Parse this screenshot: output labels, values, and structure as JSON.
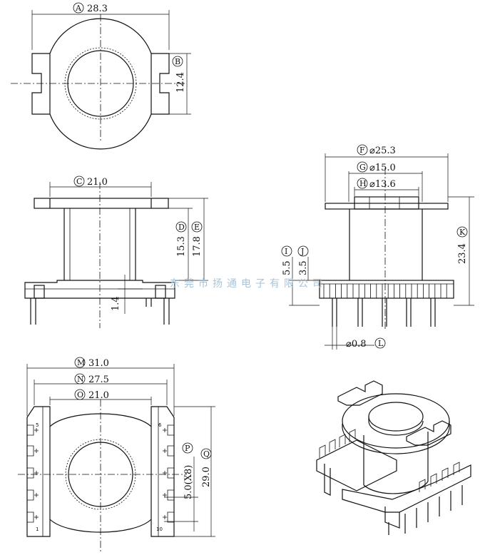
{
  "dimensions": {
    "A": {
      "letter": "A",
      "value": "28.3"
    },
    "B": {
      "letter": "B",
      "value": "12.4"
    },
    "C": {
      "letter": "C",
      "value": "21.0"
    },
    "D": {
      "letter": "D",
      "value": "15.3"
    },
    "E": {
      "letter": "E",
      "value": "17.8"
    },
    "F": {
      "letter": "F",
      "value": "⌀25.3"
    },
    "G": {
      "letter": "G",
      "value": "⌀15.0"
    },
    "H": {
      "letter": "H",
      "value": "⌀13.6"
    },
    "I": {
      "letter": "I",
      "value": "5.5"
    },
    "J": {
      "letter": "J",
      "value": "3.5"
    },
    "K": {
      "letter": "K",
      "value": "23.4"
    },
    "L": {
      "letter": "L",
      "value": "⌀0.8"
    },
    "M": {
      "letter": "M",
      "value": "31.0"
    },
    "N": {
      "letter": "N",
      "value": "27.5"
    },
    "O": {
      "letter": "O",
      "value": "21.0"
    },
    "P": {
      "letter": "P",
      "value": "5.0(X8)"
    },
    "Q": {
      "letter": "Q",
      "value": "29.0"
    },
    "base": {
      "value": "1.4"
    }
  },
  "pin_numbers": {
    "p1": "1",
    "p5": "5",
    "p6": "6",
    "p10": "10"
  },
  "watermark": "东莞市扬通电子有限公司"
}
